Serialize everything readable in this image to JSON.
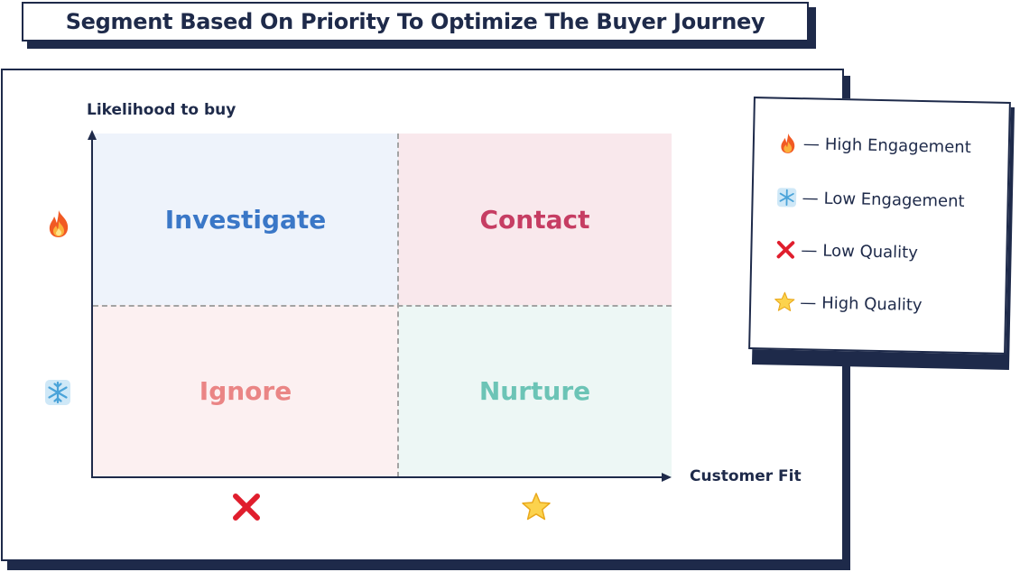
{
  "title": "Segment Based On Priority To Optimize The Buyer Journey",
  "axes": {
    "y_label": "Likelihood to buy",
    "x_label": "Customer Fit"
  },
  "quadrants": {
    "top_left": "Investigate",
    "top_right": "Contact",
    "bottom_left": "Ignore",
    "bottom_right": "Nurture"
  },
  "colors": {
    "navy": "#1e2a4a",
    "investigate": "#3a77c7",
    "contact": "#c63d63",
    "ignore": "#ea8585",
    "nurture": "#6cc4b6"
  },
  "icons": {
    "y_high": "fire-icon",
    "y_low": "snowflake-icon",
    "x_low": "cross-mark-icon",
    "x_high": "star-icon"
  },
  "legend": [
    {
      "icon": "fire-icon",
      "dash": "—",
      "label": "High Engagement"
    },
    {
      "icon": "snowflake-icon",
      "dash": "—",
      "label": "Low Engagement"
    },
    {
      "icon": "cross-mark-icon",
      "dash": "—",
      "label": "Low Quality"
    },
    {
      "icon": "star-icon",
      "dash": "—",
      "label": "High Quality"
    }
  ]
}
